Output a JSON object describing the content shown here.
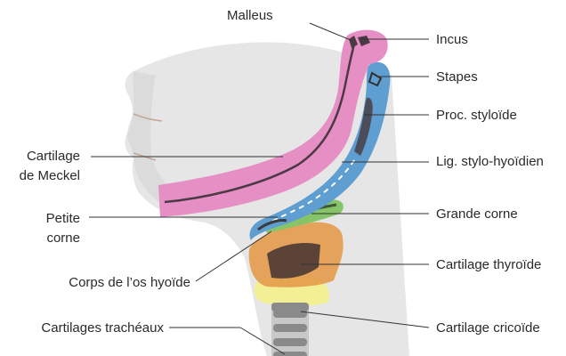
{
  "labels": {
    "malleus": "Malleus",
    "incus": "Incus",
    "stapes": "Stapes",
    "proc_styloide": "Proc. styloïde",
    "lig_stylo_hyoidien": "Lig. stylo-hyoïdien",
    "grande_corne": "Grande corne",
    "cartilage_thyroide": "Cartilage thyroïde",
    "cartilage_cricoide": "Cartilage cricoïde",
    "cartilage_meckel_1": "Cartilage",
    "cartilage_meckel_2": "de Meckel",
    "petite_corne_1": "Petite",
    "petite_corne_2": "corne",
    "corps_os_hyoide": "Corps de l’os hyoïde",
    "cartilages_tracheaux": "Cartilages trachéaux"
  },
  "colors": {
    "skin_shade": "#dcdcdc",
    "arch1_pink": "#e58fc4",
    "arch2_blue": "#5f9ed0",
    "arch3_green": "#86c46a",
    "arch4_orange": "#e49a4a",
    "cricoid_yellow": "#f3ef8c",
    "cartilage_dark": "#4b3a33",
    "trachea_gray": "#8a8a8a"
  }
}
